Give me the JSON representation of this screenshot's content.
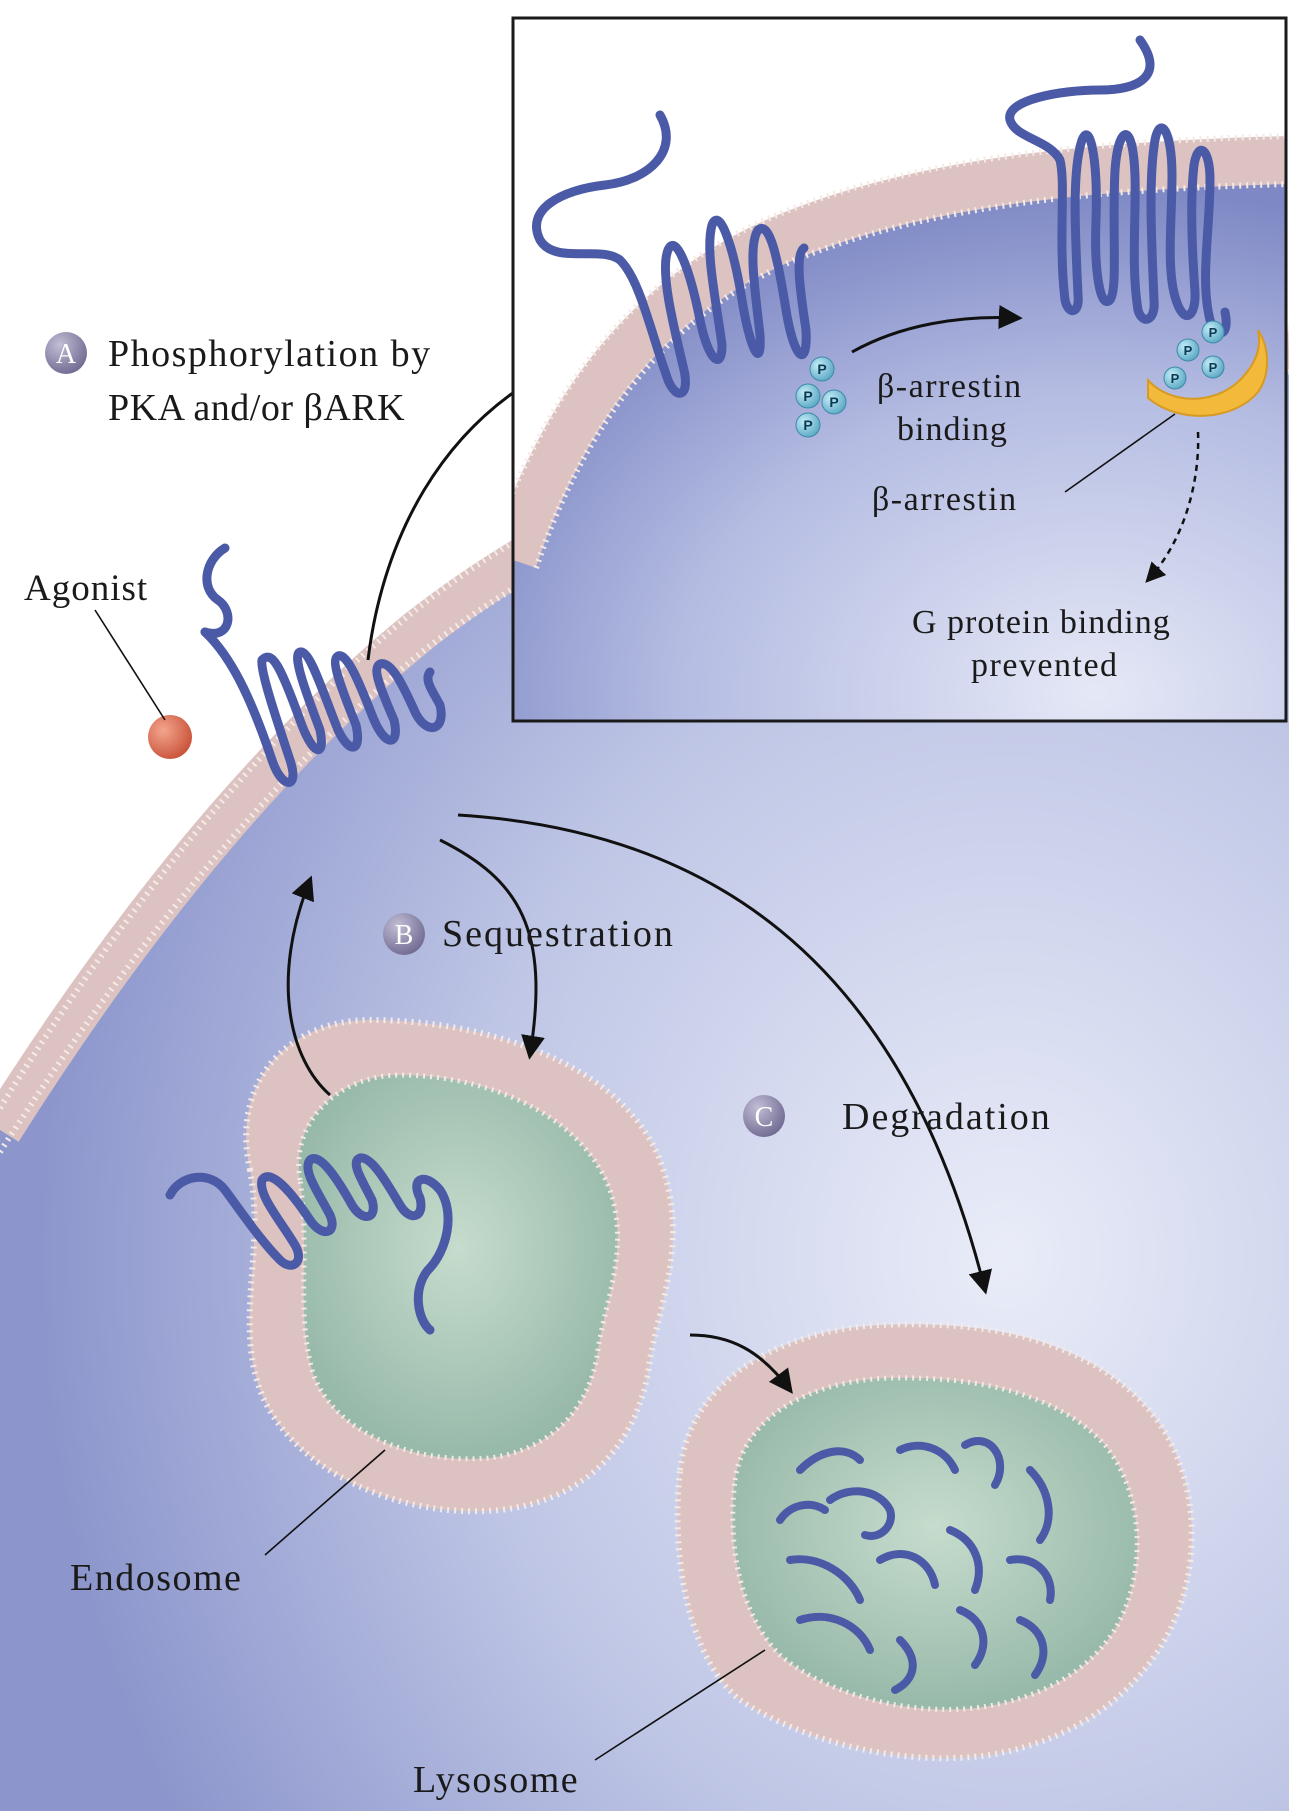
{
  "labels": {
    "step_a_letter": "A",
    "step_a_line1": "Phosphorylation by",
    "step_a_line2": "PKA and/or βARK",
    "agonist": "Agonist",
    "arrestin_binding_line1": "β-arrestin",
    "arrestin_binding_line2": "binding",
    "arrestin": "β-arrestin",
    "gprotein_line1": "G protein binding",
    "gprotein_line2": "prevented",
    "step_b_letter": "B",
    "step_b_text": "Sequestration",
    "step_c_letter": "C",
    "step_c_text": "Degradation",
    "endosome": "Endosome",
    "lysosome": "Lysosome",
    "phosphate": "P"
  },
  "colors": {
    "cytoplasm": "#aab4dc",
    "membrane_head": "#f4eae6",
    "membrane_tail": "#dcc3c1",
    "receptor": "#4b5aa6",
    "lumen": "#a9c7b6",
    "agonist": "#d96a4e",
    "arrestin": "#f2b93a",
    "phosphate": "#7ec3d8",
    "step_circle": "#8d88a8"
  }
}
